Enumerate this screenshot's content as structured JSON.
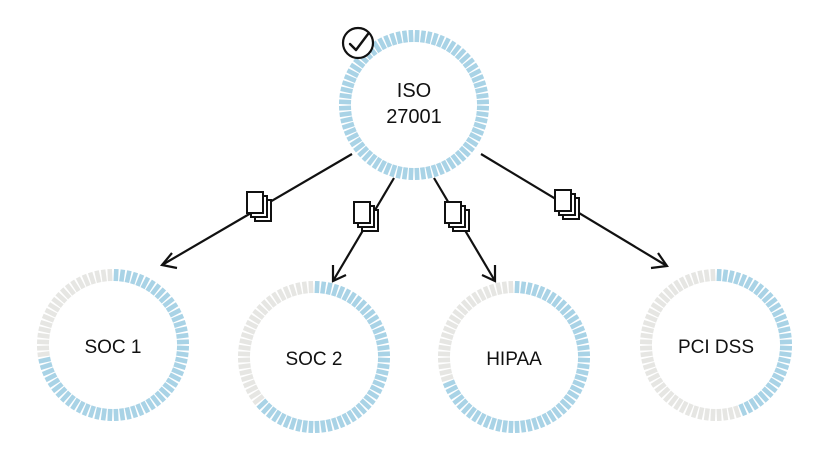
{
  "colors": {
    "progress": "#a9d3e6",
    "remaining": "#e6e6e3",
    "line": "#111111",
    "background": "#ffffff"
  },
  "root": {
    "label_line1": "ISO",
    "label_line2": "27001",
    "progress": 1.0,
    "badge_icon": "check-circle-icon"
  },
  "children": [
    {
      "id": "soc1",
      "label": "SOC 1",
      "progress": 0.72
    },
    {
      "id": "soc2",
      "label": "SOC 2",
      "progress": 0.64
    },
    {
      "id": "hipaa",
      "label": "HIPAA",
      "progress": 0.7
    },
    {
      "id": "pcidss",
      "label": "PCI DSS",
      "progress": 0.45
    }
  ],
  "edge_icon": "documents-stack-icon"
}
